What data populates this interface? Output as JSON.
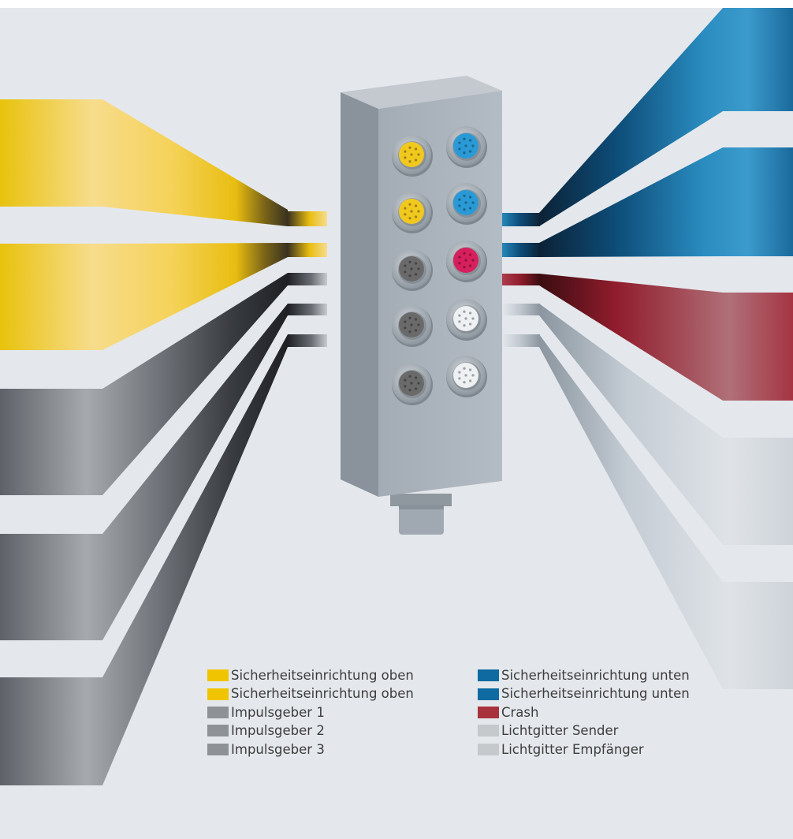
{
  "colors": {
    "background": "#e4e8ec",
    "yellow": "#f1c400",
    "blue": "#0e6aa0",
    "red": "#a8323c",
    "dark_gray": "#8e9196",
    "light_gray": "#c6c9cc",
    "housing": "#a7b0b8"
  },
  "legend": {
    "left": [
      {
        "label": "Sicherheitseinrichtung oben",
        "color": "#f1c400"
      },
      {
        "label": "Sicherheitseinrichtung oben",
        "color": "#f1c400"
      },
      {
        "label": "Impulsgeber 1",
        "color": "#8e9196"
      },
      {
        "label": "Impulsgeber 2",
        "color": "#8e9196"
      },
      {
        "label": "Impulsgeber 3",
        "color": "#8e9196"
      }
    ],
    "right": [
      {
        "label": "Sicherheitseinrichtung unten",
        "color": "#0e6aa0"
      },
      {
        "label": "Sicherheitseinrichtung unten",
        "color": "#0e6aa0"
      },
      {
        "label": "Crash",
        "color": "#a8323c"
      },
      {
        "label": "Lichtgitter Sender",
        "color": "#c6c9cc"
      },
      {
        "label": "Lichtgitter Empfänger",
        "color": "#c6c9cc"
      }
    ]
  },
  "connectors": {
    "left": [
      "yellow",
      "yellow",
      "dark-gray",
      "dark-gray",
      "dark-gray"
    ],
    "right": [
      "blue",
      "blue",
      "red",
      "light-gray",
      "light-gray"
    ]
  }
}
